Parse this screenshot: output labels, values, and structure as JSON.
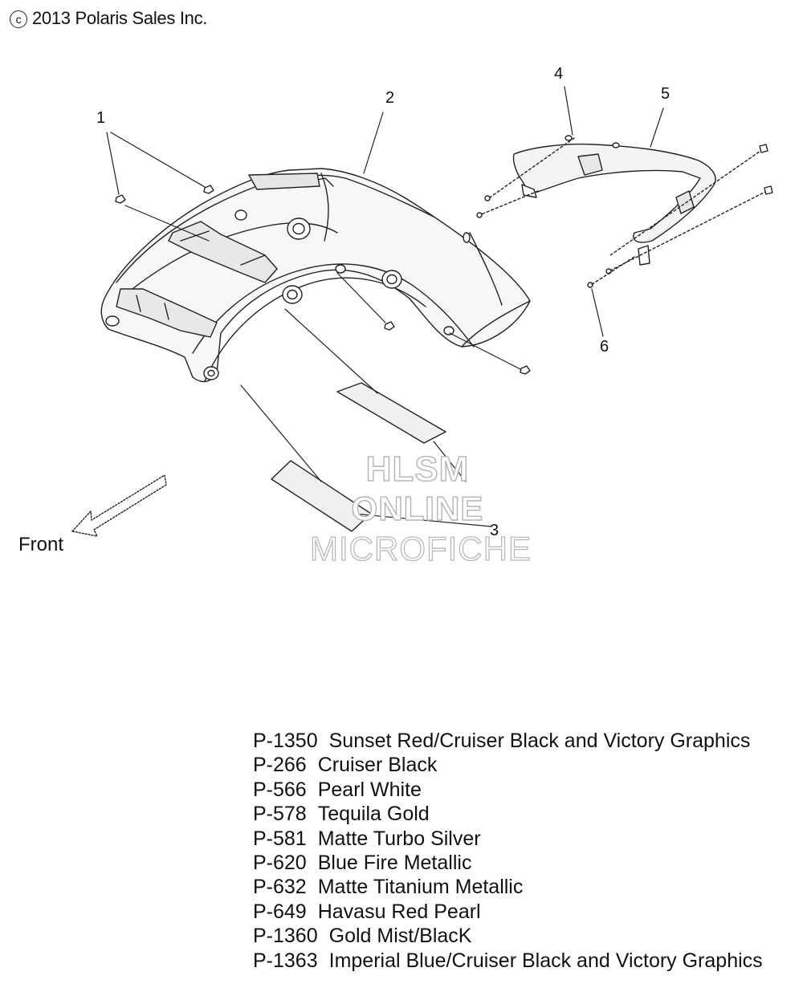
{
  "copyright": {
    "symbol": "c",
    "text": "2013 Polaris Sales Inc."
  },
  "callouts": [
    "1",
    "2",
    "3",
    "4",
    "5",
    "6"
  ],
  "front_label": "Front",
  "watermark": {
    "line1": "HLSM",
    "line2": "ONLINE",
    "line3": "MICROFICHE"
  },
  "paint_codes": [
    {
      "code": "P-1350",
      "name": "Sunset Red/Cruiser Black and Victory Graphics"
    },
    {
      "code": "P-266",
      "name": "Cruiser Black"
    },
    {
      "code": "P-566",
      "name": "Pearl White"
    },
    {
      "code": "P-578",
      "name": "Tequila Gold"
    },
    {
      "code": "P-581",
      "name": "Matte Turbo Silver"
    },
    {
      "code": "P-620",
      "name": "Blue Fire Metallic"
    },
    {
      "code": "P-632",
      "name": "Matte Titanium Metallic"
    },
    {
      "code": "P-649",
      "name": "Havasu Red Pearl"
    },
    {
      "code": "P-1360",
      "name": "Gold Mist/BlacK"
    },
    {
      "code": "P-1363",
      "name": "Imperial Blue/Cruiser Black and Victory Graphics"
    }
  ]
}
